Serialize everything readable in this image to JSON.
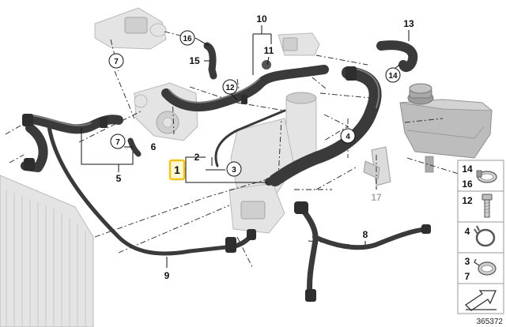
{
  "diagram": {
    "part_labels": {
      "p1": "1",
      "p2": "2",
      "p3": "3",
      "p4": "4",
      "p5": "5",
      "p6": "6",
      "p7a": "7",
      "p7b": "7",
      "p8": "8",
      "p9": "9",
      "p10": "10",
      "p11": "11",
      "p12": "12",
      "p13": "13",
      "p14": "14",
      "p15": "15",
      "p16": "16",
      "p17": "17"
    },
    "legend": {
      "row1_top": "14",
      "row1_bottom": "16",
      "row2": "12",
      "row3": "4",
      "row4_top": "3",
      "row4_bottom": "7"
    },
    "image_id": "365372",
    "colors": {
      "highlight": "#f0c419",
      "hose": "#3a3a3a",
      "ghost_part": "#e4e4e4",
      "faded_label": "#a9a9a9"
    }
  }
}
